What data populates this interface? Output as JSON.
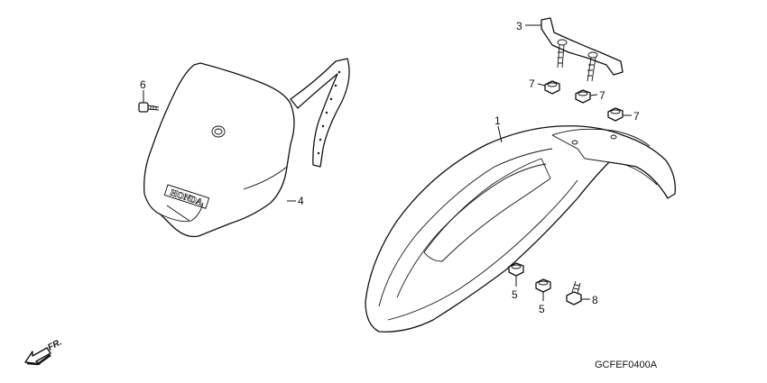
{
  "diagram": {
    "callouts": [
      {
        "id": "1",
        "label": "1"
      },
      {
        "id": "3",
        "label": "3"
      },
      {
        "id": "4",
        "label": "4"
      },
      {
        "id": "5a",
        "label": "5"
      },
      {
        "id": "5b",
        "label": "5"
      },
      {
        "id": "6",
        "label": "6"
      },
      {
        "id": "7a",
        "label": "7"
      },
      {
        "id": "7b",
        "label": "7"
      },
      {
        "id": "7c",
        "label": "7"
      },
      {
        "id": "8",
        "label": "8"
      }
    ],
    "brand_text": "HONDA",
    "front_indicator": "FR.",
    "figure_code": "GCFEF0400A"
  }
}
